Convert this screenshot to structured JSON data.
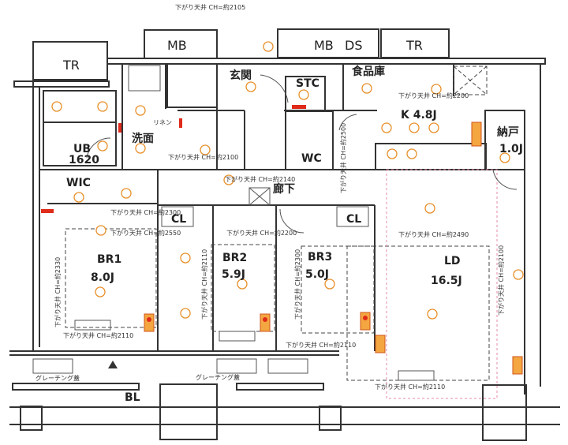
{
  "plan": {
    "rooms": {
      "tr_left": "TR",
      "mb_left": "MB",
      "mb_right": "MB",
      "ds": "DS",
      "tr_right": "TR",
      "entrance": "玄関",
      "stc": "STC",
      "pantry": "食品庫",
      "kitchen": "K 4.8J",
      "storage": "納戸",
      "storage_size": "1.0J",
      "ub": "UB",
      "ub_size": "1620",
      "washroom": "洗面",
      "linen": "リネン",
      "wc": "WC",
      "hall": "廊下",
      "wic": "WIC",
      "cl1": "CL",
      "cl2": "CL",
      "br1": "BR1",
      "br1_size": "8.0J",
      "br2": "BR2",
      "br2_size": "5.9J",
      "br3": "BR3",
      "br3_size": "5.0J",
      "ld": "LD",
      "ld_size": "16.5J",
      "balcony": "BL"
    },
    "ceiling_notes": {
      "entrance_top": "下がり天井 CH=約2105",
      "washroom": "下がり天井 CH=約2100",
      "hall": "下がり天井 CH=約2140",
      "wic": "下がり天井 CH=約2300",
      "br1_top": "下がり天井 CH=約2550",
      "br2_top": "下がり天井 CH=約2200",
      "kitchen": "下がり天井 CH=約2200",
      "kitchen_side": "下がり天井 CH=約2500",
      "ld_top": "下がり天井 CH=約2490",
      "br1_side": "下がり天井 CH=約2330",
      "br2_side": "下がり天井 CH=約2110",
      "br3_side": "下がり天井 CH=約2300",
      "ld_side": "下がり天井 CH=約2100",
      "br1_bottom": "下がり天井 CH=約2110",
      "br3_bottom": "下がり天井 CH=約2110",
      "ld_bottom": "下がり天井 CH=約2110"
    },
    "grating_left": "グレーチング蓋",
    "grating_mid": "グレーチング蓋",
    "colors": {
      "fixture": "#e8902a",
      "outlet": "#e02a1a",
      "ceiling_line": "#e58aa8"
    }
  }
}
